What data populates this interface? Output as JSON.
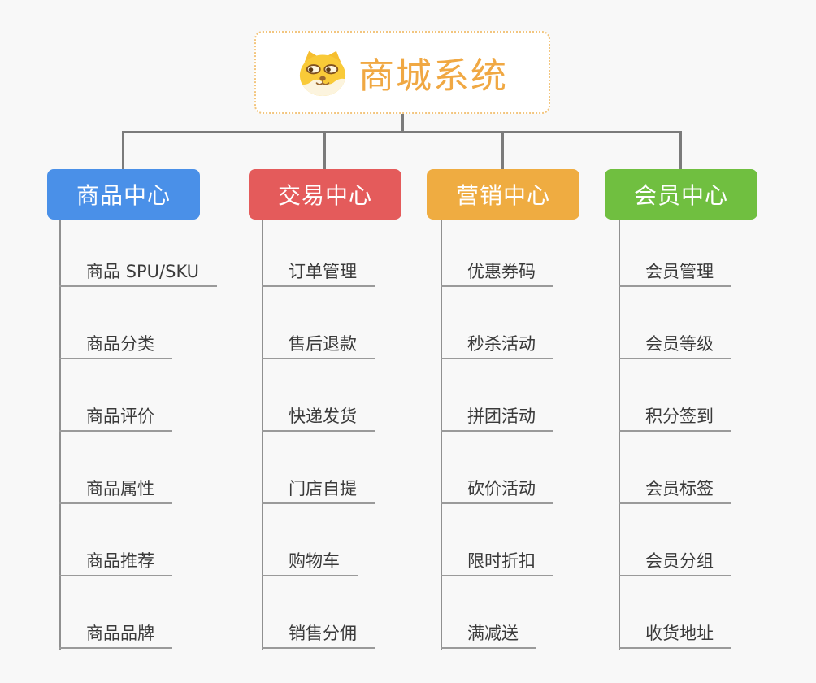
{
  "root": {
    "title": "商城系统",
    "title_color": "#f0a843",
    "icon": "shiba-dog-icon",
    "border_color": "#f2c57e"
  },
  "branches": [
    {
      "label": "商品中心",
      "color": "#4a90e8",
      "items": [
        "商品 SPU/SKU",
        "商品分类",
        "商品评价",
        "商品属性",
        "商品推荐",
        "商品品牌"
      ]
    },
    {
      "label": "交易中心",
      "color": "#e45b5b",
      "items": [
        "订单管理",
        "售后退款",
        "快递发货",
        "门店自提",
        "购物车",
        "销售分佣"
      ]
    },
    {
      "label": "营销中心",
      "color": "#efac41",
      "items": [
        "优惠券码",
        "秒杀活动",
        "拼团活动",
        "砍价活动",
        "限时折扣",
        "满减送"
      ]
    },
    {
      "label": "会员中心",
      "color": "#70bf40",
      "items": [
        "会员管理",
        "会员等级",
        "积分签到",
        "会员标签",
        "会员分组",
        "收货地址"
      ]
    }
  ],
  "palette": {
    "background": "#f8f8f8",
    "connector": "#7b7b7b",
    "leaf_underline": "#9a9a9a",
    "leaf_text": "#3a3a3a",
    "dog_yellow": "#f9ca38",
    "dog_cream": "#fcf4de",
    "dog_brown": "#99662e"
  }
}
